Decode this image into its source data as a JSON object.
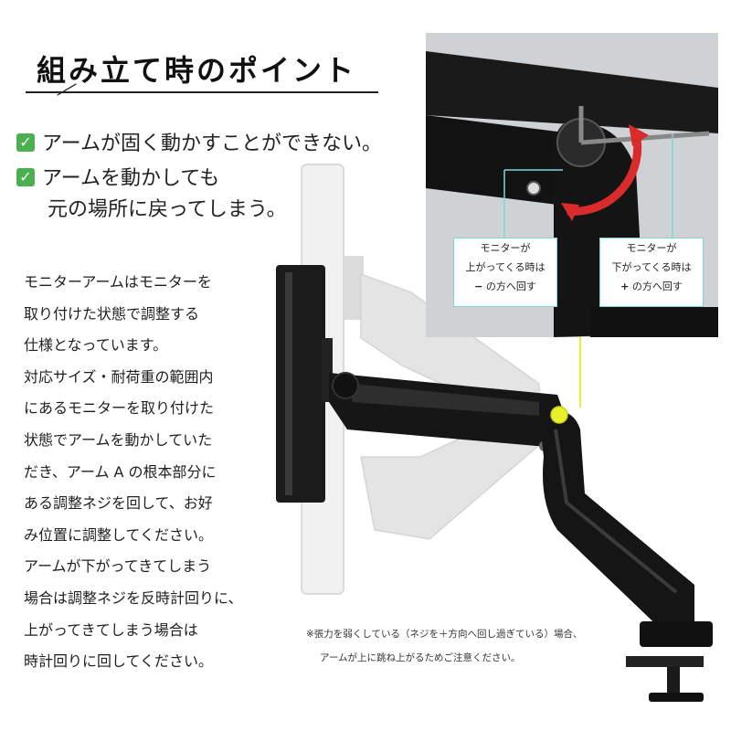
{
  "title": "組み立て時のポイント",
  "checks": [
    {
      "icon": "check-mark-icon",
      "line1": "アームが固く動かすことができない。"
    },
    {
      "icon": "check-mark-icon",
      "line1": "アームを動かしても",
      "line2": "元の場所に戻ってしまう。"
    }
  ],
  "body_lines": [
    "モニターアームはモニターを",
    "取り付けた状態で調整する",
    "仕様となっています。",
    "対応サイズ・耐荷重の範囲内",
    "にあるモニターを取り付けた",
    "状態でアームを動かしていた",
    "だき、アーム A の根本部分に",
    "ある調整ネジを回して、お好",
    "み位置に調整してください。",
    "アームが下がってきてしまう",
    "場合は調整ネジを反時計回りに、",
    "上がってきてしまう場合は",
    "時計回りに回してください。"
  ],
  "callouts": {
    "left": {
      "line1": "モニターが",
      "line2": "上がってくる時は",
      "sign": "−",
      "line3": " の方へ回す"
    },
    "right": {
      "line1": "モニターが",
      "line2": "下がってくる時は",
      "sign": "+",
      "line3": " の方へ回す"
    }
  },
  "notes": [
    "※張力を弱くしている（ネジを＋方向へ回し過ぎている）場合、",
    "アームが上に跳ね上がるためご注意ください。"
  ],
  "colors": {
    "check_green": "#4caf50",
    "highlight_yellow": "#e8f02a",
    "callout_border": "#7fd6d6",
    "arrow_red": "#d92b2b"
  }
}
